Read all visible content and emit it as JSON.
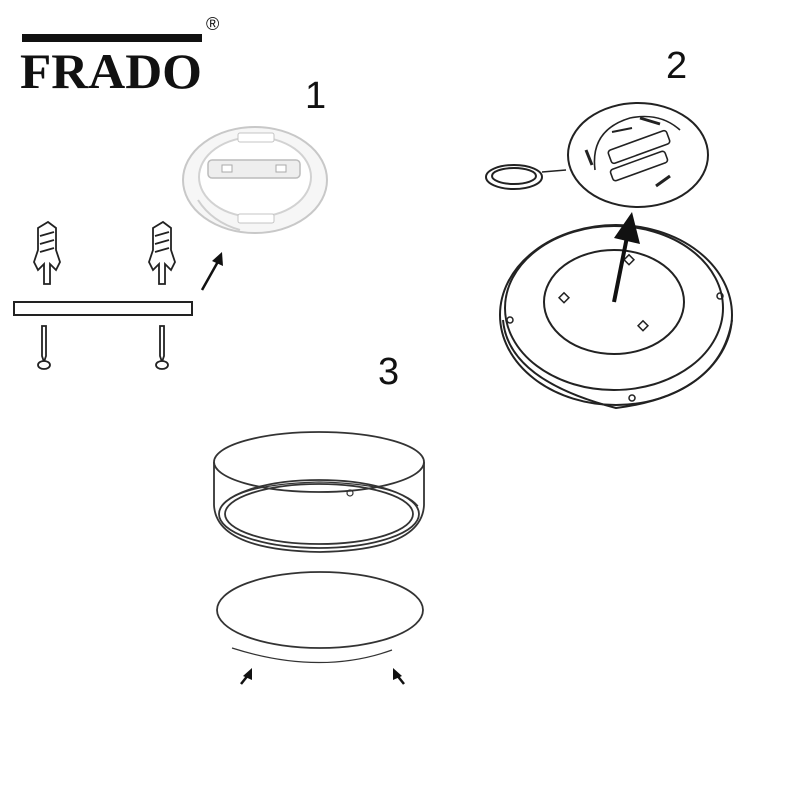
{
  "brand": {
    "name": "FRADO",
    "registered_mark": "®"
  },
  "steps": [
    {
      "number": "1"
    },
    {
      "number": "2"
    },
    {
      "number": "3"
    }
  ],
  "colors": {
    "ink": "#111111",
    "line": "#333333",
    "plastic": "#f2f2f2"
  }
}
